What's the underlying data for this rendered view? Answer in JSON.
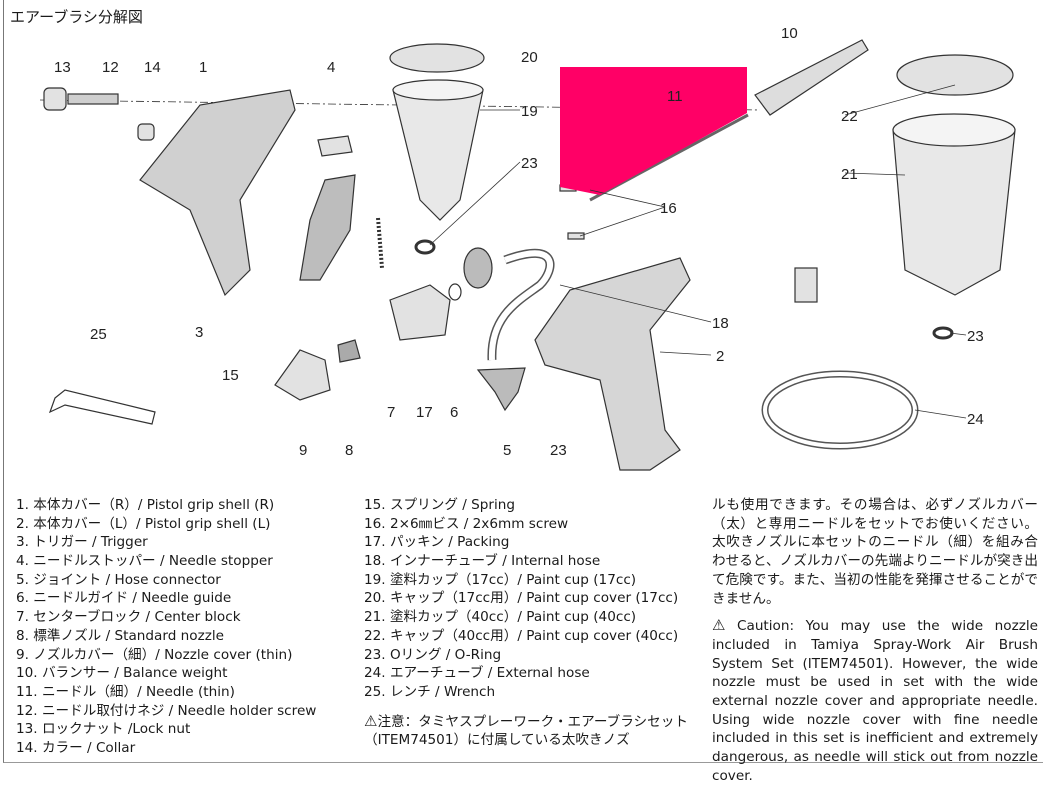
{
  "title": "エアーブラシ分解図",
  "callouts": {
    "n13": "13",
    "n12": "12",
    "n14": "14",
    "n1": "1",
    "n4": "4",
    "n20": "20",
    "n19": "19",
    "n23a": "23",
    "n10": "10",
    "n11": "11",
    "n16": "16",
    "n22": "22",
    "n21": "21",
    "n18": "18",
    "n2": "2",
    "n23b": "23",
    "n24": "24",
    "n3": "3",
    "n15": "15",
    "n25": "25",
    "n9": "9",
    "n8": "8",
    "n7": "7",
    "n17": "17",
    "n6": "6",
    "n5": "5",
    "n23c": "23"
  },
  "colors": {
    "redaction": "#ff0066",
    "line": "#333333",
    "part_fill": "#d8d8d8"
  },
  "parts_col1": [
    "1. 本体カバー（R）/ Pistol grip shell (R)",
    "2. 本体カバー（L）/ Pistol grip shell (L)",
    "3. トリガー / Trigger",
    "4. ニードルストッパー / Needle stopper",
    "5. ジョイント / Hose connector",
    "6. ニードルガイド / Needle guide",
    "7. センターブロック / Center block",
    "8. 標準ノズル / Standard nozzle",
    "9. ノズルカバー（細）/ Nozzle cover (thin)",
    "10. バランサー / Balance weight",
    "11. ニードル（細）/ Needle (thin)",
    "12. ニードル取付けネジ / Needle holder screw",
    "13. ロックナット /Lock nut",
    "14. カラー / Collar"
  ],
  "parts_col2": [
    "15. スプリング / Spring",
    "16. 2×6㎜ビス / 2x6mm screw",
    "17. パッキン / Packing",
    "18. インナーチューブ / Internal hose",
    "19. 塗料カップ（17cc）/ Paint cup (17cc)",
    "20. キャップ（17cc用）/ Paint cup cover (17cc)",
    "21. 塗料カップ（40cc）/ Paint cup (40cc)",
    "22. キャップ（40cc用）/ Paint cup cover (40cc)",
    "23. Oリング / O-Ring",
    "24. エアーチューブ / External hose",
    "25. レンチ / Wrench"
  ],
  "warning": {
    "icon": "warning-triangle-icon",
    "jp_start": "注意：タミヤスプレーワーク・エアーブラシセット（ITEM74501）に付属している太吹きノズ",
    "jp_cont": "ルも使用できます。その場合は、必ずノズルカバー（太）と専用ニードルをセットでお使いください。太吹きノズルに本セットのニードル（細）を組み合わせると、ノズルカバーの先端よりニードルが突き出て危険です。また、当初の性能を発揮させることができません。",
    "en": "Caution: You may use the wide nozzle included in Tamiya Spray-Work Air Brush System Set (ITEM74501). However, the wide nozzle must be used in set with the wide external nozzle cover and appropriate needle. Using wide nozzle cover with fine needle included in this set is inefficient and extremely dangerous, as needle will stick out from nozzle cover."
  }
}
